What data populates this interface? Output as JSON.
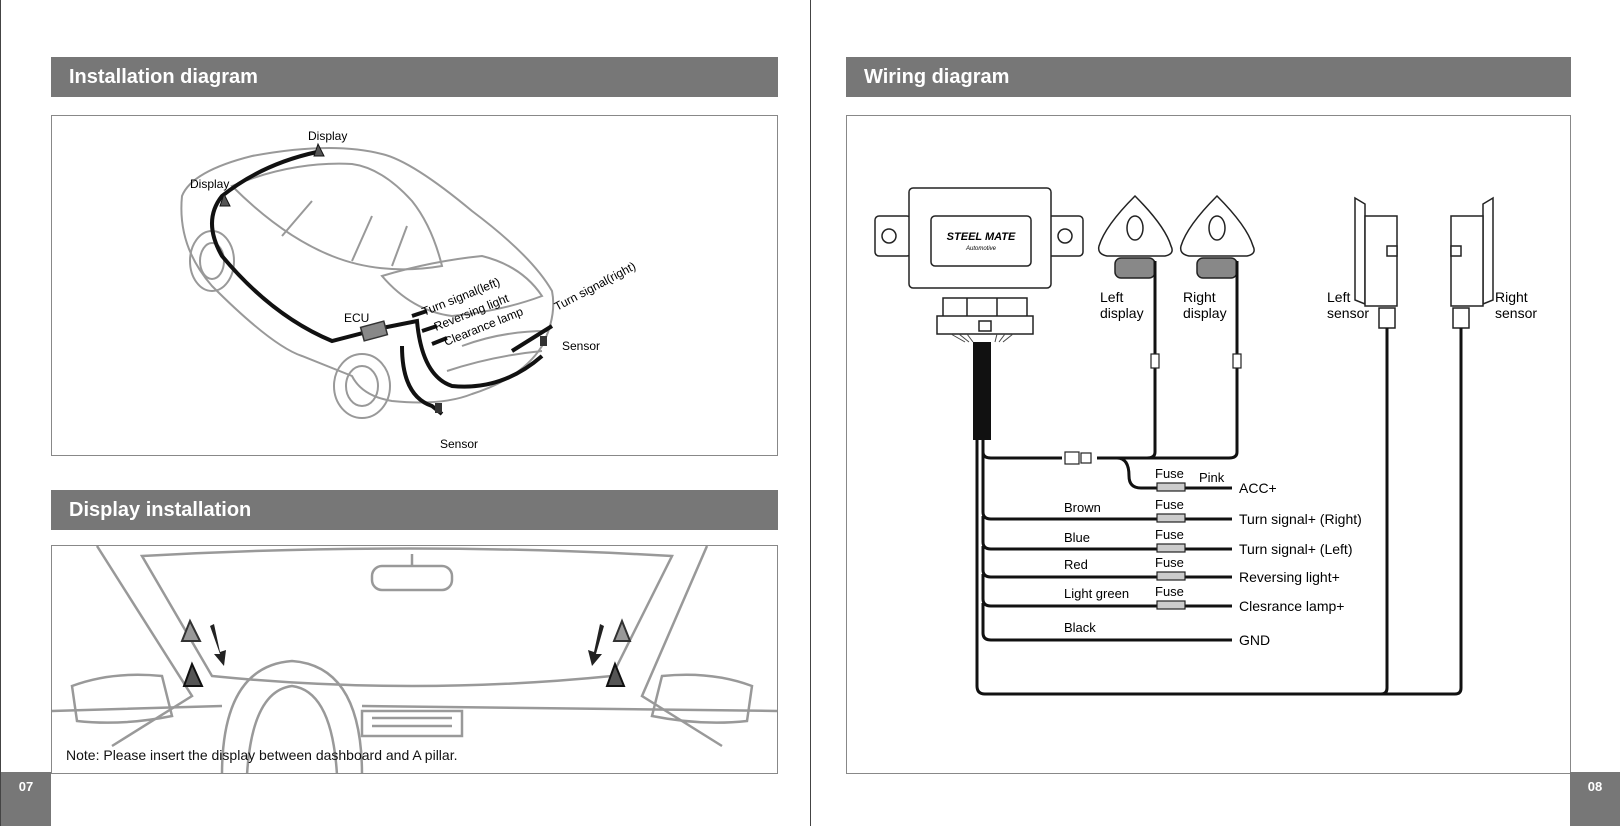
{
  "left_page": {
    "page_number": "07",
    "installation": {
      "title": "Installation diagram",
      "labels": {
        "display_top": "Display",
        "display_side": "Display",
        "ecu": "ECU",
        "turn_left": "Turn signal(left)",
        "reversing": "Reversing light",
        "clearance": "Clearance lamp",
        "turn_right": "Turn signal(right)",
        "sensor_right": "Sensor",
        "sensor_bottom": "Sensor"
      }
    },
    "display_installation": {
      "title": "Display installation",
      "note": "Note: Please insert the display between dashboard and A pillar."
    }
  },
  "right_page": {
    "page_number": "08",
    "wiring": {
      "title": "Wiring diagram",
      "brand": "STEEL MATE",
      "brand_sub": "Automotive",
      "left_display": [
        "Left",
        "display"
      ],
      "right_display": [
        "Right",
        "display"
      ],
      "left_sensor": [
        "Left",
        "sensor"
      ],
      "right_sensor": [
        "Right",
        "sensor"
      ],
      "fuse_label": "Fuse",
      "wires": [
        {
          "color": "Pink",
          "terminal": "ACC+"
        },
        {
          "color": "Brown",
          "terminal": "Turn signal+ (Right)"
        },
        {
          "color": "Blue",
          "terminal": "Turn signal+ (Left)"
        },
        {
          "color": "Red",
          "terminal": "Reversing light+"
        },
        {
          "color": "Light green",
          "terminal": "Clesrance lamp+"
        },
        {
          "color": "Black",
          "terminal": "GND"
        }
      ]
    }
  }
}
